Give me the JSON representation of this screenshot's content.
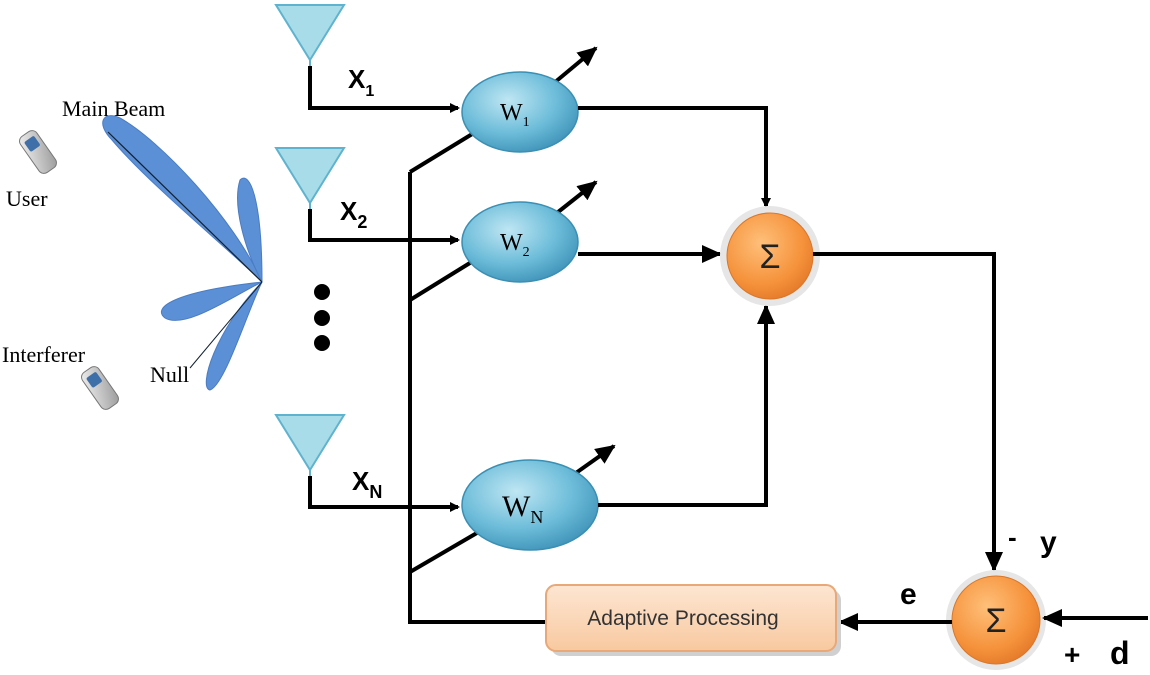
{
  "labels": {
    "main_beam": "Main Beam",
    "user": "User",
    "interferer": "Interferer",
    "null": "Null"
  },
  "inputs": [
    {
      "base": "X",
      "sub": "1"
    },
    {
      "base": "X",
      "sub": "2"
    },
    {
      "base": "X",
      "sub": "N"
    }
  ],
  "weights": [
    {
      "base": "W",
      "sub": "1"
    },
    {
      "base": "W",
      "sub": "2"
    },
    {
      "base": "W",
      "sub": "N"
    }
  ],
  "sum_symbol": "Σ",
  "adaptive_block": "Adaptive Processing",
  "signals": {
    "y_sign": "-",
    "y": "y",
    "d_sign": "+",
    "d": "d",
    "e": "e"
  },
  "colors": {
    "antenna": "#a8dce8",
    "weight": "#66b8d6",
    "sum": "#f7953b",
    "adaptive": "#fbd9b8",
    "beam": "#5b8fd6"
  }
}
